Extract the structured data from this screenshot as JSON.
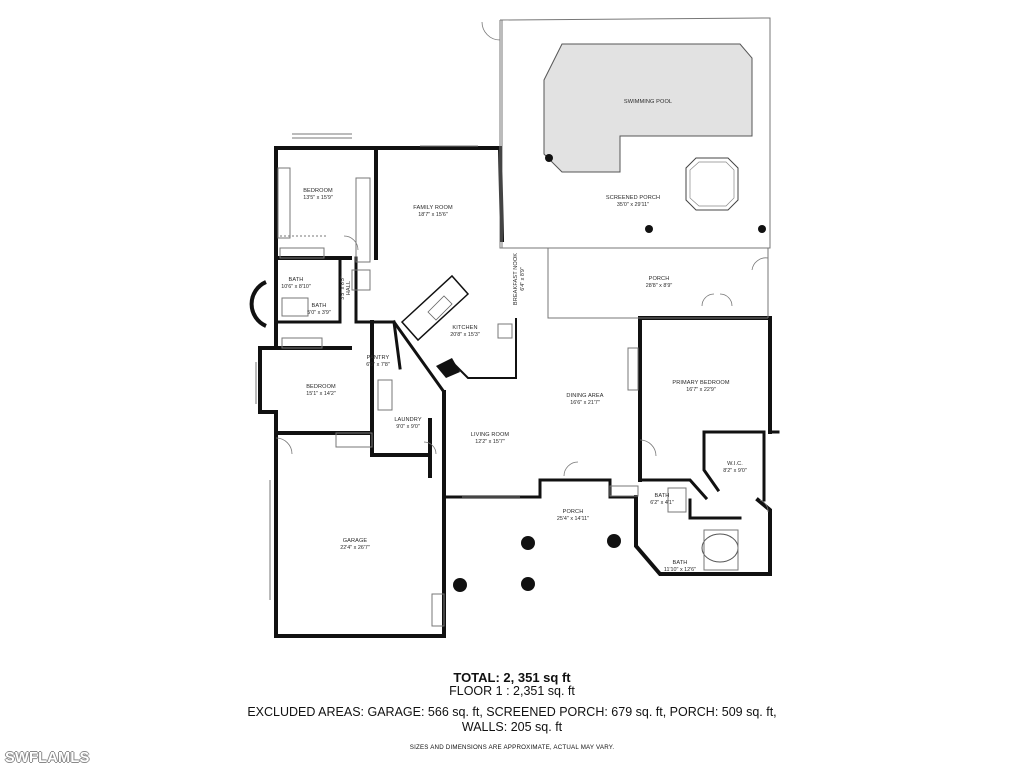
{
  "rooms": {
    "swimming_pool": {
      "name": "SWIMMING POOL"
    },
    "screened_porch": {
      "name": "SCREENED PORCH",
      "dims": "35'0\" x 29'11\""
    },
    "porch_rear": {
      "name": "PORCH",
      "dims": "28'8\" x 8'9\""
    },
    "bedroom_1": {
      "name": "BEDROOM",
      "dims": "13'5\" x 15'9\""
    },
    "family_room": {
      "name": "FAMILY ROOM",
      "dims": "18'7\" x 15'6\""
    },
    "bath_1": {
      "name": "BATH",
      "dims": "10'6\" x 8'10\""
    },
    "hall": {
      "name": "HALL",
      "dims": "3'5\" x 8'5\""
    },
    "bath_2": {
      "name": "BATH",
      "dims": "5'0\" x 3'9\""
    },
    "breakfast_nook": {
      "name": "BREAKFAST NOOK",
      "dims": "6'4\" x 8'9\""
    },
    "kitchen": {
      "name": "KITCHEN",
      "dims": "20'8\" x 15'3\""
    },
    "pantry": {
      "name": "PANTRY",
      "dims": "6'0\" x 7'8\""
    },
    "bedroom_2": {
      "name": "BEDROOM",
      "dims": "15'1\" x 14'2\""
    },
    "laundry": {
      "name": "LAUNDRY",
      "dims": "9'0\" x 9'0\""
    },
    "living_room": {
      "name": "LIVING ROOM",
      "dims": "12'2\" x 15'7\""
    },
    "dining_area": {
      "name": "DINING AREA",
      "dims": "16'6\" x 21'7\""
    },
    "primary_bedroom": {
      "name": "PRIMARY BEDROOM",
      "dims": "16'7\" x 22'9\""
    },
    "wic": {
      "name": "W.I.C.",
      "dims": "8'2\" x 9'0\""
    },
    "bath_3": {
      "name": "BATH",
      "dims": "6'2\" x 4'1\""
    },
    "bath_4": {
      "name": "BATH",
      "dims": "11'10\" x 12'6\""
    },
    "porch_front": {
      "name": "PORCH",
      "dims": "25'4\" x 14'11\""
    },
    "garage": {
      "name": "GARAGE",
      "dims": "22'4\" x 26'7\""
    }
  },
  "summary": {
    "total": "TOTAL: 2, 351 sq ft",
    "floor": "FLOOR 1 : 2,351 sq. ft",
    "excluded": "EXCLUDED AREAS: GARAGE: 566 sq. ft, SCREENED PORCH: 679 sq. ft, PORCH: 509 sq. ft,",
    "walls": "WALLS: 205 sq. ft",
    "disclaimer": "SIZES AND DIMENSIONS ARE APPROXIMATE, ACTUAL MAY VARY."
  },
  "watermark": "SWFLAMLS",
  "colors": {
    "wall": "#111111",
    "pool": "#e2e2e2",
    "thin": "#777777",
    "ink": "#2a2a2a"
  }
}
